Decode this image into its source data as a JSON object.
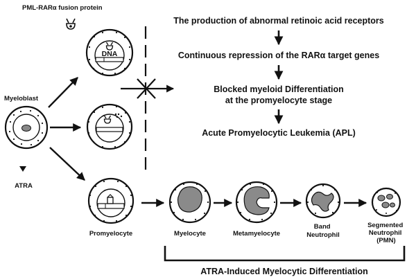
{
  "labels": {
    "fusion_protein": "PML-RARα fusion protein",
    "myeloblast": "Myeloblast",
    "atra": "ATRA",
    "dna": "DNA"
  },
  "pathway": [
    "The production of abnormal retinoic acid receptors",
    "Continuous repression of the RARα target genes",
    "Blocked myeloid Differentiation",
    "at the promyelocyte stage",
    "Acute Promyelocytic Leukemia (APL)"
  ],
  "stages": [
    {
      "lines": [
        "Promyelocyte"
      ]
    },
    {
      "lines": [
        "Myelocyte"
      ]
    },
    {
      "lines": [
        "Metamyelocyte"
      ]
    },
    {
      "lines": [
        "Band",
        "Neutrophil"
      ]
    },
    {
      "lines": [
        "Segmented",
        "Neutrophil",
        "(PMN)"
      ]
    }
  ],
  "bracket_label": "ATRA-Induced Myelocytic Differentiation"
}
